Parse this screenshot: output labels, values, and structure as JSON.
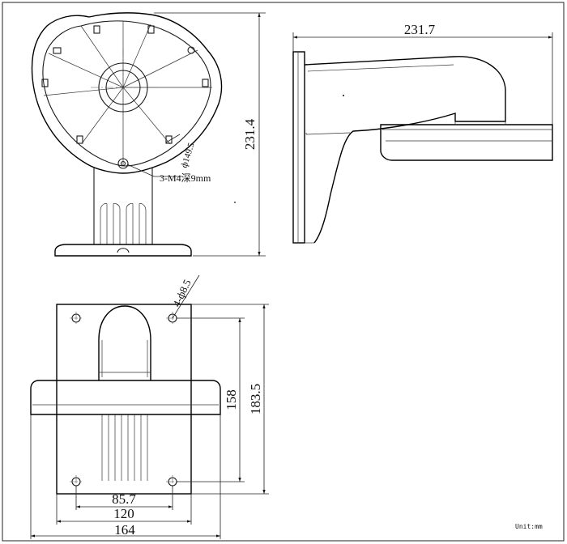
{
  "front_view": {
    "dim_height": "231.4",
    "dim_hole_circle": "ф149.5",
    "note_screw": "3-M4深9mm"
  },
  "side_view": {
    "dim_length": "231.7"
  },
  "base_view": {
    "dim_holes": "4-ф8.5",
    "dim_hole_pitch_vertical": "158",
    "dim_plate_height": "183.5",
    "dim_hole_pitch_horizontal": "85.7",
    "dim_hole_span": "120",
    "dim_plate_width": "164"
  },
  "units_note": "Unit:mm"
}
